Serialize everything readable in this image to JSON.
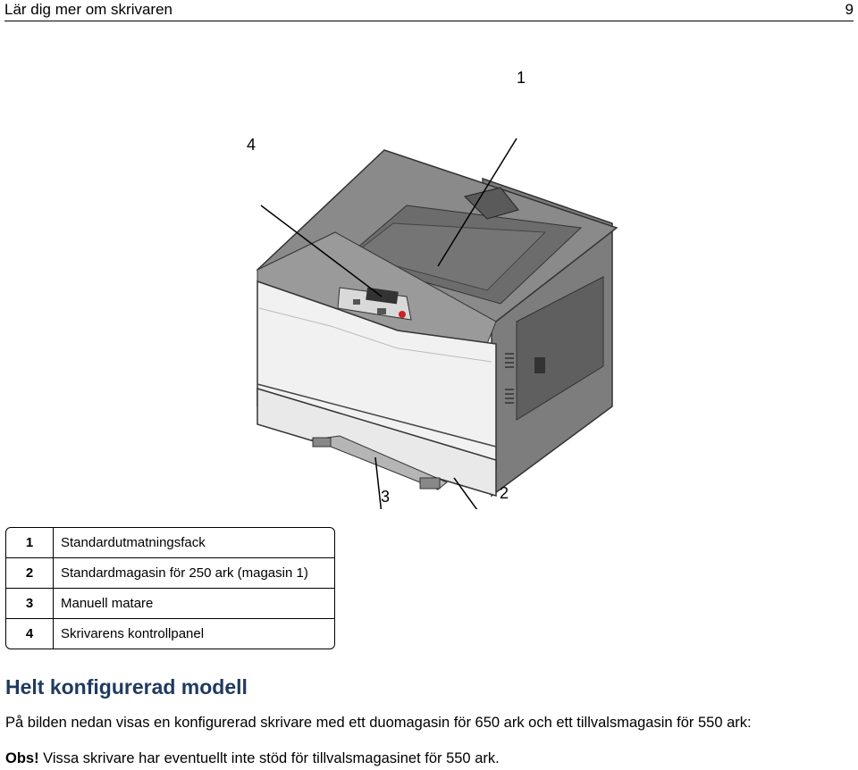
{
  "header": {
    "title": "Lär dig mer om skrivaren",
    "page_number": "9"
  },
  "figure": {
    "callouts": [
      "1",
      "2",
      "3",
      "4"
    ]
  },
  "legend": [
    {
      "num": "1",
      "label": "Standardutmatningsfack"
    },
    {
      "num": "2",
      "label": "Standardmagasin för 250 ark (magasin 1)"
    },
    {
      "num": "3",
      "label": "Manuell matare"
    },
    {
      "num": "4",
      "label": "Skrivarens kontrollpanel"
    }
  ],
  "section": {
    "heading": "Helt konfigurerad modell",
    "body": "På bilden nedan visas en konfigurerad skrivare med ett duomagasin för 650 ark och ett tillvalsmagasin för 550 ark:",
    "note_label": "Obs!",
    "note_text": " Vissa skrivare har eventuellt inte stöd för tillvalsmagasinet för 550 ark."
  }
}
